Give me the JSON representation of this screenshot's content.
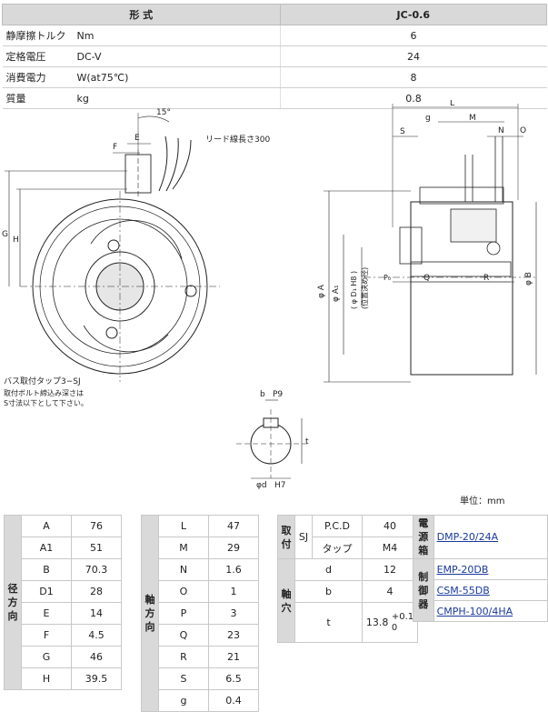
{
  "spec": {
    "header_model": "形 式",
    "header_type": "JC-0.6",
    "rows": [
      {
        "label": "静摩擦トルク",
        "unit": "Nm",
        "value": "6"
      },
      {
        "label": "定格電圧",
        "unit": "DC-V",
        "value": "24"
      },
      {
        "label": "消費電力",
        "unit": "W(at75℃)",
        "value": "8"
      },
      {
        "label": "質量",
        "unit": "kg",
        "value": "0.8"
      }
    ]
  },
  "drawing": {
    "angle": "15°",
    "lead_note": "リード線長さ300",
    "tap_note": "バス取付タップ3−SJ",
    "bolt_note_1": "取付ボルト締込み深さは",
    "bolt_note_2": "S寸法以下として下さい。",
    "labels": {
      "F": "F",
      "E": "E",
      "G": "G",
      "H": "H",
      "L": "L",
      "g": "g",
      "M": "M",
      "S": "S",
      "N": "N",
      "O": "O",
      "Q": "Q",
      "R": "R",
      "P": "P",
      "A": "φ A",
      "A1": "φ A₁",
      "B": "φ B",
      "D": "( φ D₁ H8 )",
      "D_sub": "(位置決め径)",
      "P_note": "P₀",
      "b": "b",
      "P9": "P9",
      "t": "t",
      "d": "φd",
      "H7": "H7"
    }
  },
  "unit_note": "単位：mm",
  "radial": {
    "group": "径方向",
    "rows": [
      [
        "A",
        "76"
      ],
      [
        "A1",
        "51"
      ],
      [
        "B",
        "70.3"
      ],
      [
        "D1",
        "28"
      ],
      [
        "E",
        "14"
      ],
      [
        "F",
        "4.5"
      ],
      [
        "G",
        "46"
      ],
      [
        "H",
        "39.5"
      ]
    ]
  },
  "axial": {
    "group": "軸方向",
    "rows": [
      [
        "L",
        "47"
      ],
      [
        "M",
        "29"
      ],
      [
        "N",
        "1.6"
      ],
      [
        "O",
        "1"
      ],
      [
        "P",
        "3"
      ],
      [
        "Q",
        "23"
      ],
      [
        "R",
        "21"
      ],
      [
        "S",
        "6.5"
      ],
      [
        "g",
        "0.4"
      ]
    ]
  },
  "mount": {
    "group": "取付",
    "sub": "SJ",
    "rows": [
      [
        "P.C.D",
        "40"
      ],
      [
        "タップ",
        "M4"
      ]
    ]
  },
  "shaft": {
    "group": "軸穴",
    "rows": [
      [
        "d",
        "12"
      ],
      [
        "b",
        "4"
      ],
      [
        "t",
        "13.8"
      ]
    ],
    "t_tol_upper": "+0.1",
    "t_tol_lower": "0"
  },
  "power": {
    "group": "電源箱",
    "items": [
      "DMP-20/24A"
    ]
  },
  "control": {
    "group": "制御器",
    "items": [
      "EMP-20DB",
      "CSM-55DB",
      "CMPH-100/4HA"
    ]
  }
}
